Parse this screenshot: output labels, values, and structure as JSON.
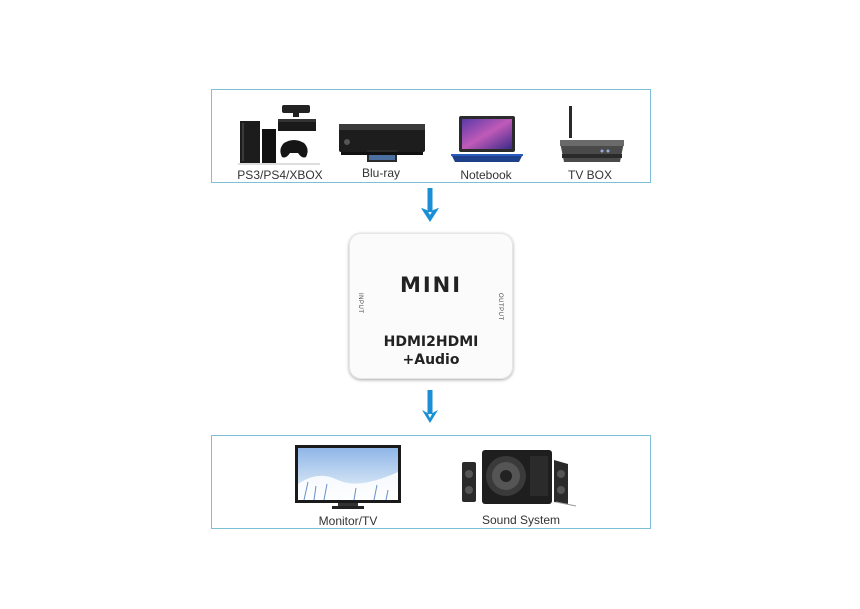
{
  "sources": [
    {
      "label": "PS3/PS4/XBOX",
      "icon": "game-console-icon"
    },
    {
      "label": "Blu-ray",
      "icon": "bluray-player-icon"
    },
    {
      "label": "Notebook",
      "icon": "laptop-icon"
    },
    {
      "label": "TV BOX",
      "icon": "tv-box-icon"
    }
  ],
  "converter": {
    "brand": "MINI",
    "input_port": "INPUT",
    "output_port": "OUTPUT",
    "model_line1": "HDMI2HDMI",
    "model_line2": "+Audio"
  },
  "outputs": [
    {
      "label": "Monitor/TV",
      "icon": "monitor-icon"
    },
    {
      "label": "Sound System",
      "icon": "speaker-system-icon"
    }
  ],
  "colors": {
    "panel_border": "#7fbfd6",
    "arrow": "#1a8fd6"
  }
}
